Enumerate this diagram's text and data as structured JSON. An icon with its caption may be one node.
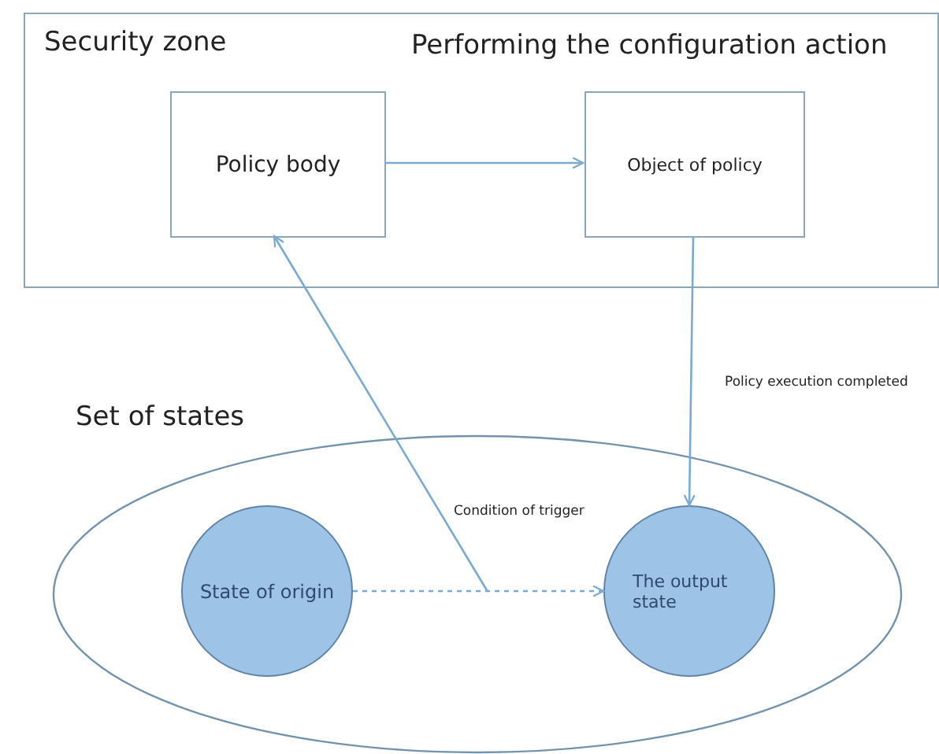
{
  "diagram": {
    "nodes": [
      {
        "text": [
          "Security zone",
          "Performing the configuration action"
        ]
      },
      {
        "text": [
          "Policy body"
        ],
        "in": 0
      },
      {
        "text": [
          "Object of policy"
        ],
        "in": 0
      },
      {
        "text": [
          "Set of states"
        ]
      },
      {
        "text": [
          "State of origin"
        ],
        "in": 3
      },
      {
        "text": [
          "The output state"
        ],
        "in": 3
      }
    ],
    "edges": [
      {
        "from": 1,
        "to": 2,
        "arrow": "to"
      },
      {
        "from": 2,
        "to": 5,
        "arrow": "to",
        "label": "Policy execution completed"
      },
      {
        "from": 4,
        "to": 5,
        "arrow": "to",
        "style": "dashed"
      },
      {
        "from": null,
        "to": 1,
        "arrow": "to",
        "label": "Condition of trigger"
      }
    ]
  }
}
